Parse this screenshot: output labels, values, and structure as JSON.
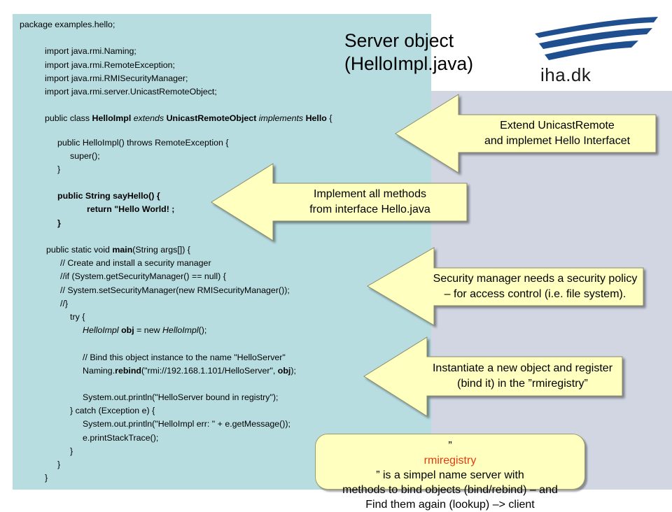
{
  "title": {
    "line1": "Server object",
    "line2": "(HelloImpl.java)"
  },
  "logo": {
    "text": "iha.dk"
  },
  "code": {
    "l01": "package examples.hello;",
    "l02": "import java.rmi.Naming;",
    "l03": "import java.rmi.RemoteException;",
    "l04": "import java.rmi.RMISecurityManager;",
    "l05": "import java.rmi.server.UnicastRemoteObject;",
    "l06_a": "public class ",
    "l06_b": "HelloImpl",
    "l06_c": " extends ",
    "l06_d": "UnicastRemoteObject",
    "l06_e": " implements ",
    "l06_f": "Hello",
    "l06_g": " {",
    "l07": "public HelloImpl() throws RemoteException {",
    "l08": "super();",
    "l09": "}",
    "l10": "public String sayHello() {",
    "l11": "return \"Hello World! ;",
    "l12": "}",
    "l13_a": "public static void ",
    "l13_b": "main",
    "l13_c": "(String args[]) {",
    "l14": "// Create and install a security manager",
    "l15": "//if (System.getSecurityManager() == null) {",
    "l16": "// System.setSecurityManager(new RMISecurityManager());",
    "l17": "//}",
    "l18": "try {",
    "l19_a": "HelloImpl",
    "l19_b": " obj",
    "l19_c": " = new ",
    "l19_d": "HelloImpl",
    "l19_e": "();",
    "l20": "// Bind this object instance to the name \"HelloServer\"",
    "l21_a": "Naming.",
    "l21_b": "rebind",
    "l21_c": "(\"rmi://192.168.1.101/HelloServer\", ",
    "l21_d": "obj",
    "l21_e": ");",
    "l22": "System.out.println(\"HelloServer bound in registry\");",
    "l23": "} catch (Exception e) {",
    "l24": "System.out.println(\"HelloImpl err: \" + e.getMessage());",
    "l25": "e.printStackTrace();",
    "l26": "}",
    "l27": "}",
    "l28": "}"
  },
  "callouts": {
    "c1": {
      "line1": "Extend UnicastRemote",
      "line2": "and implemet Hello Interfacet"
    },
    "c2": {
      "line1": "Implement all methods",
      "line2": "from interface Hello.java"
    },
    "c3": {
      "line1": "Security manager needs a security policy",
      "line2": "– for access control (i.e. file system)."
    },
    "c4": {
      "line1": "Instantiate a new object and register",
      "line2": "(bind it) in the ”rmiregistry”"
    }
  },
  "note": {
    "q_open": "”",
    "highlight": "rmiregistry",
    "line1_rest": "” is a simpel name server with",
    "line2": "methods to bind objects (bind/rebind) – and",
    "line3": "Find them again (lookup) –> client"
  },
  "colors": {
    "code_bg": "#b8dde1",
    "side_bg": "#d1d6e2",
    "callout_fill": "#ffffc0",
    "highlight": "#e53b12",
    "logo_blue": "#1f4f8f"
  }
}
